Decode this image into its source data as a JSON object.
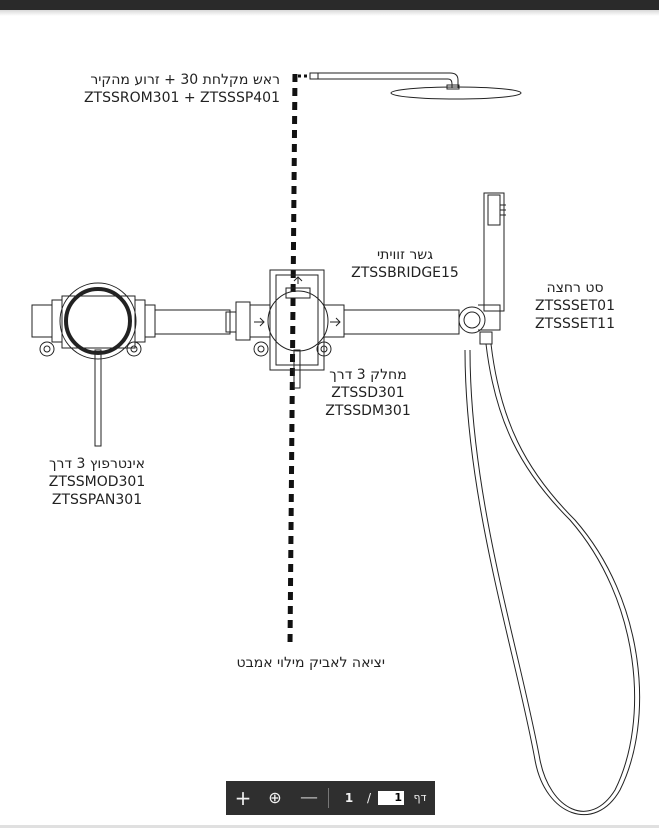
{
  "labels": {
    "head_line1": "ראש מקלחת 30 + זרוע מהקיר",
    "head_line2": "ZTSSROM301 + ZTSSSP401",
    "bridge_line1": "גשר זוויתי",
    "bridge_line2": "ZTSSBRIDGE15",
    "set_line1": "סט רחצה",
    "set_line2": "ZTSSSET01",
    "set_line3": "ZTSSSET11",
    "diverter_line1": "מחלק 3 דרך",
    "diverter_line2": "ZTSSD301",
    "diverter_line3": "ZTSSDM301",
    "interface_line1": "אינטרפוץ 3 דרך",
    "interface_line2": "ZTSSMOD301",
    "interface_line3": "ZTSSPAN301",
    "spout_line1": "יציאה לאביק מילוי אמבט"
  },
  "toolbar": {
    "plus": "+",
    "zoom_icon": "⊕",
    "minus": "—",
    "separator": "/",
    "current_page": "1",
    "total_pages": "1",
    "page_word": "דף"
  }
}
